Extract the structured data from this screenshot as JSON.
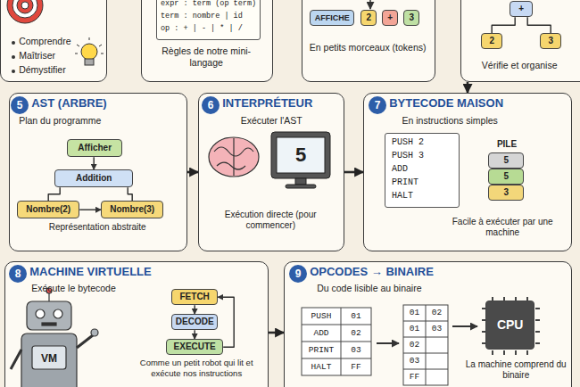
{
  "diagram": {
    "nodes": [
      {
        "text": [
          "Comprendre",
          "Maîtriser",
          "Démystifier"
        ]
      },
      {
        "text": [
          "Règles de notre mini-langage"
        ]
      },
      {
        "text": [
          "expr : term (op term)",
          "term : nombre | id",
          "op : + | - | * | /"
        ],
        "in": 1
      },
      {
        "text": [
          "En petits morceaux (tokens)"
        ]
      },
      {
        "text": [
          "AFFICHE"
        ],
        "in": 3
      },
      {
        "text": [
          "2"
        ],
        "in": 3
      },
      {
        "text": [
          "+"
        ],
        "in": 3
      },
      {
        "text": [
          "3"
        ],
        "in": 3
      },
      {
        "text": [
          "Vérifie et organise"
        ]
      },
      {
        "text": [
          "+"
        ],
        "in": 8
      },
      {
        "text": [
          "2"
        ],
        "in": 8
      },
      {
        "text": [
          "3"
        ],
        "in": 8
      },
      {
        "text": [
          "AST (ARBRE)",
          "Plan du programme",
          "Représentation abstraite"
        ]
      },
      {
        "text": [
          "Afficher"
        ],
        "in": 12
      },
      {
        "text": [
          "Addition"
        ],
        "in": 12
      },
      {
        "text": [
          "Nombre(2)"
        ],
        "in": 12
      },
      {
        "text": [
          "Nombre(3)"
        ],
        "in": 12
      },
      {
        "text": [
          "INTERPRÉTEUR",
          "Exécuter l'AST",
          "Exécution directe (pour commencer)"
        ]
      },
      {
        "text": [
          "BYTECODE MAISON",
          "En instructions simples",
          "Facile à exécuter par une machine"
        ]
      },
      {
        "text": [
          "PUSH 2",
          "PUSH 3",
          "ADD",
          "PRINT",
          "HALT"
        ],
        "in": 18
      },
      {
        "text": [
          "5"
        ],
        "in": 18
      },
      {
        "text": [
          "5"
        ],
        "in": 18
      },
      {
        "text": [
          "3"
        ],
        "in": 18
      },
      {
        "text": [
          "MACHINE VIRTUELLE",
          "Exécute le bytecode",
          "Comme un petit robot qui lit et exécute nos instructions"
        ]
      },
      {
        "text": [
          "FETCH"
        ],
        "in": 23
      },
      {
        "text": [
          "DECODE"
        ],
        "in": 23
      },
      {
        "text": [
          "EXECUTE"
        ],
        "in": 23
      },
      {
        "text": [
          "OPCODES → BINAIRE",
          "Du code lisible au binaire",
          "La machine comprend du binaire"
        ]
      },
      {
        "text": [
          "CPU"
        ],
        "in": 27
      }
    ],
    "edges": [
      {
        "from": 8,
        "to": 18,
        "arrow": "to"
      },
      {
        "from": 12,
        "to": 17,
        "arrow": "to"
      },
      {
        "from": 17,
        "to": 18,
        "arrow": "to"
      },
      {
        "from": 23,
        "to": 27,
        "arrow": "to"
      },
      {
        "from": 9,
        "to": 10,
        "arrow": "none"
      },
      {
        "from": 9,
        "to": 11,
        "arrow": "none"
      },
      {
        "from": 13,
        "to": 14,
        "arrow": "to"
      },
      {
        "from": 14,
        "to": 15,
        "arrow": "none"
      },
      {
        "from": 14,
        "to": 16,
        "arrow": "none"
      },
      {
        "from": 15,
        "to": 16,
        "arrow": "to"
      },
      {
        "from": 24,
        "to": 25,
        "arrow": "to"
      },
      {
        "from": 25,
        "to": 26,
        "arrow": "to"
      },
      {
        "from": 26,
        "to": 24,
        "arrow": "to"
      }
    ],
    "labels": [
      "5",
      "6",
      "5",
      "7",
      "PILE",
      "8",
      "VM",
      "9",
      "PUSH",
      "01",
      "ADD",
      "02",
      "PRINT",
      "03",
      "HALT",
      "FF",
      "01",
      "02",
      "01",
      "03",
      "02",
      "03",
      "FF"
    ]
  }
}
